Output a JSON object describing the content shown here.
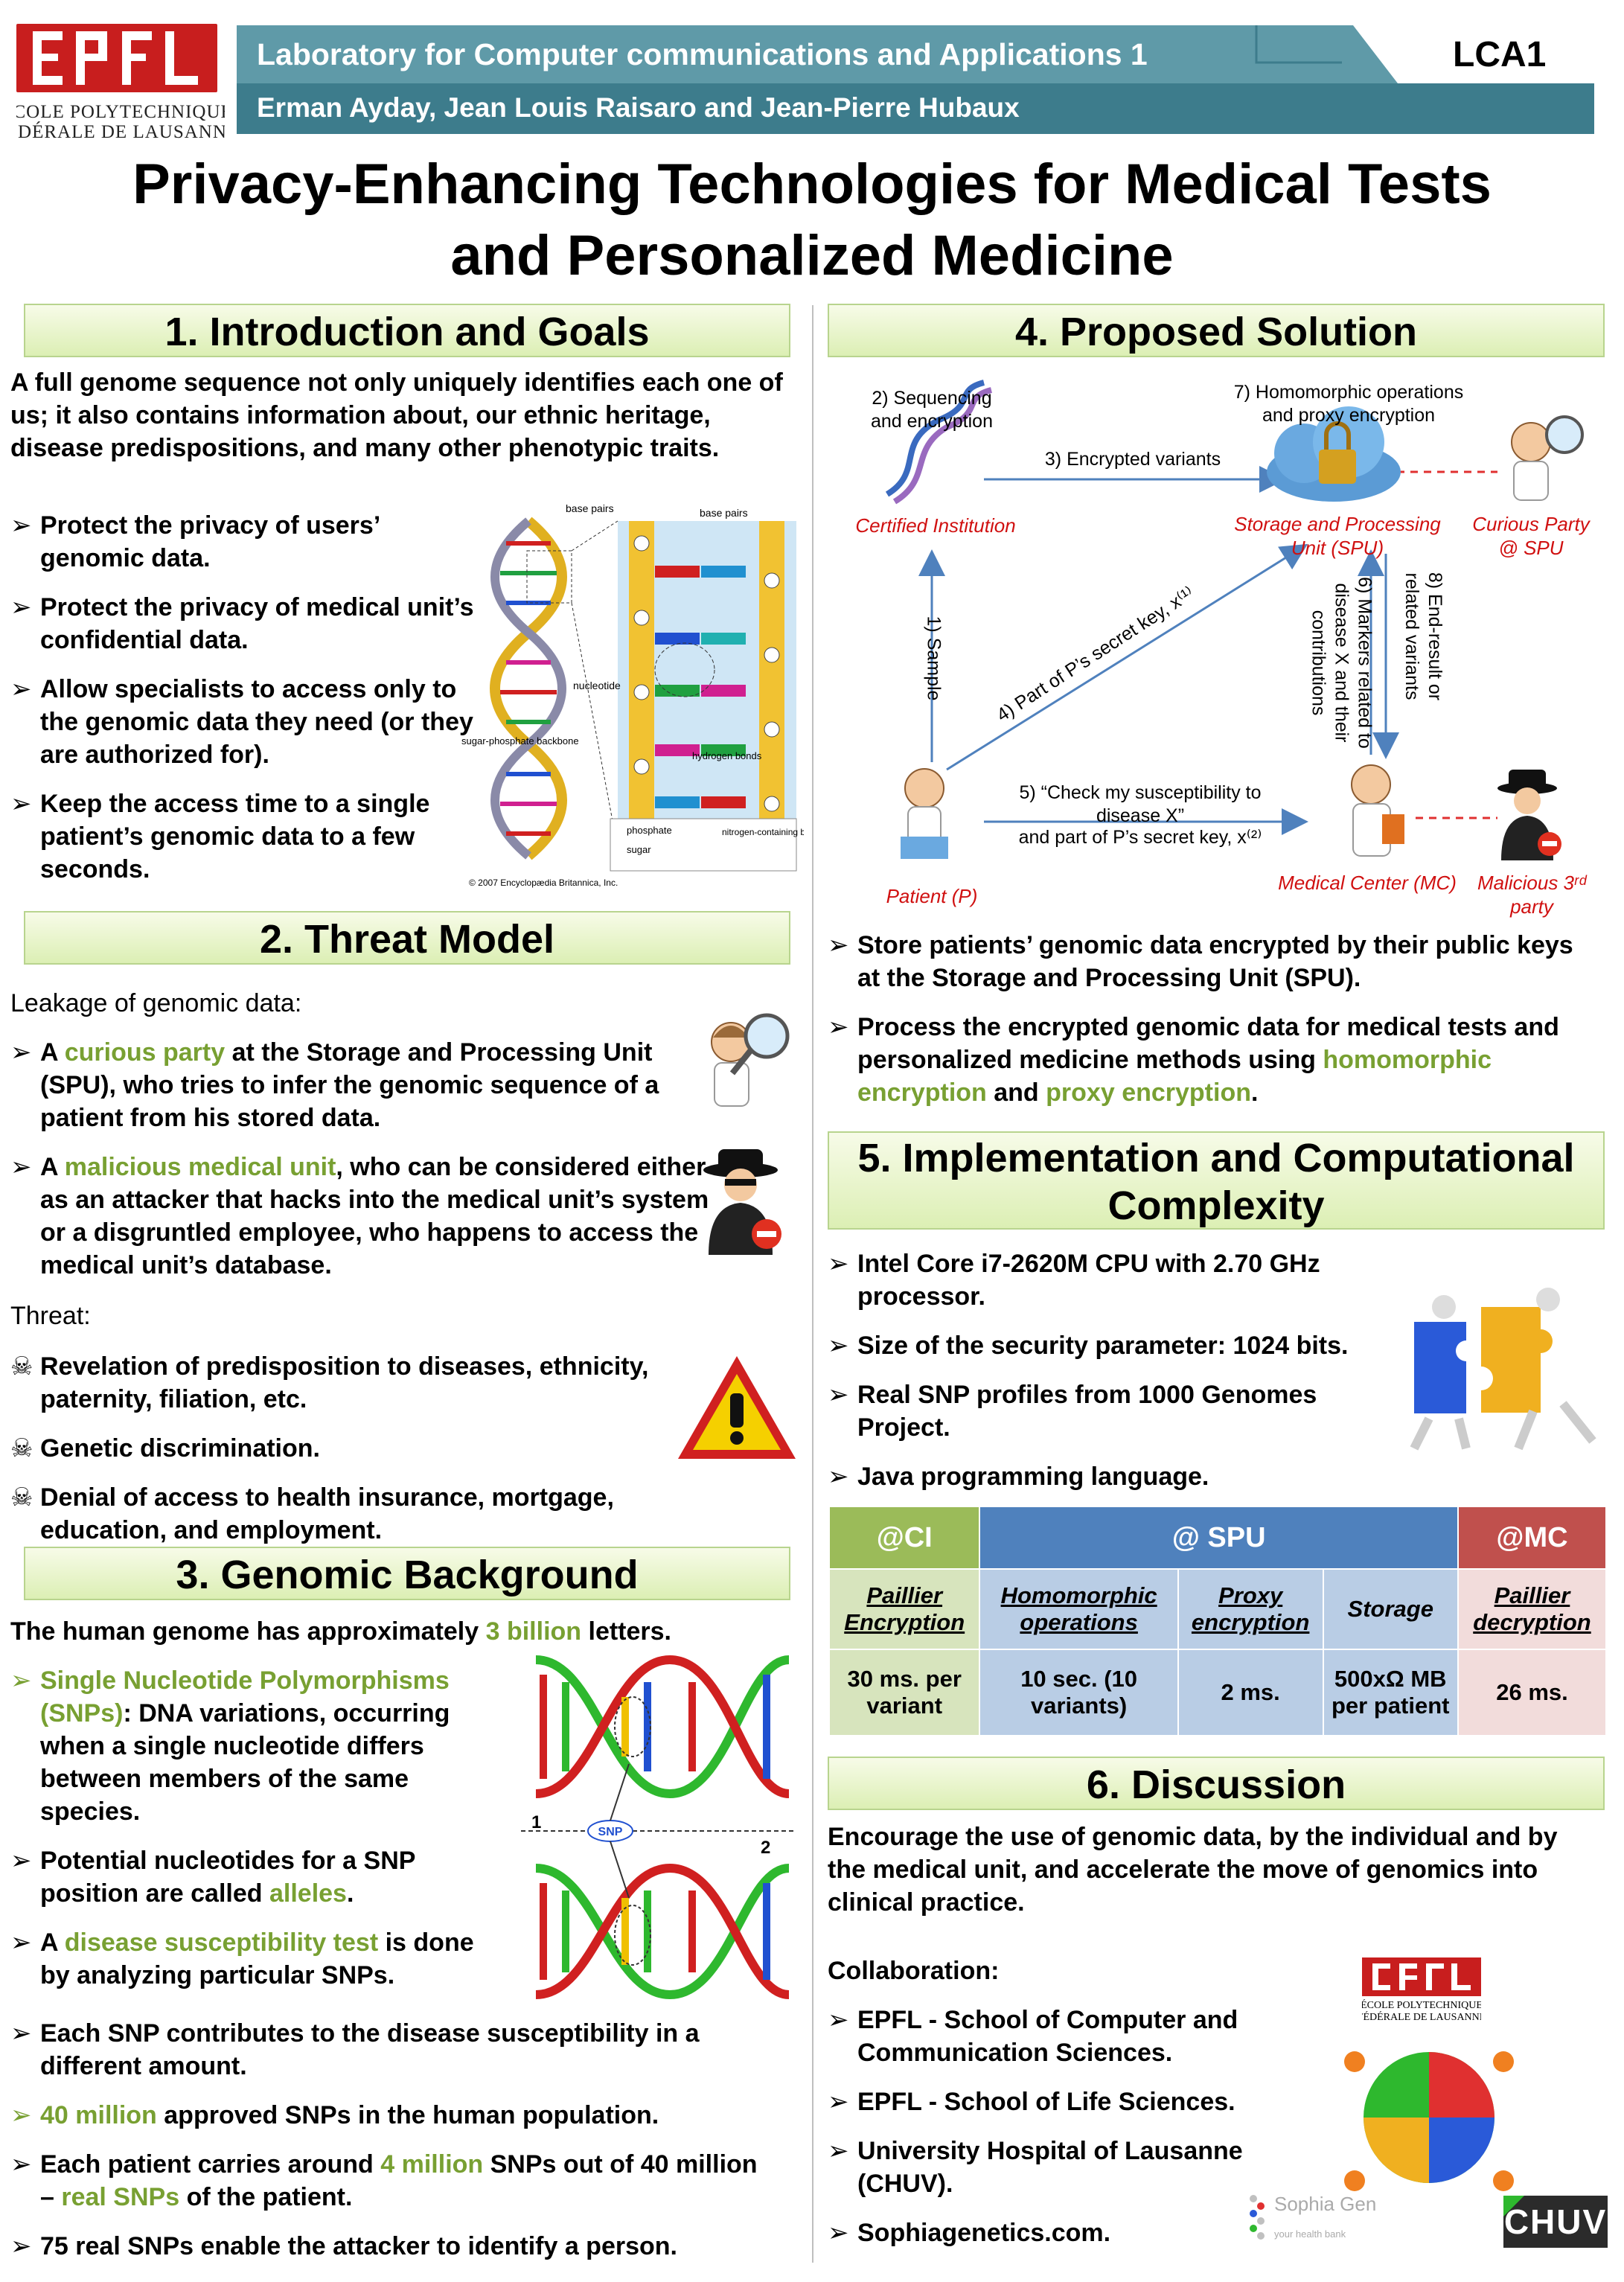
{
  "header": {
    "logo_text_line1": "ÉCOLE POLYTECHNIQUE",
    "logo_text_line2": "FÉDÉRALE DE LAUSANNE",
    "lab": "Laboratory for Computer communications and Applications 1",
    "authors": "Erman Ayday, Jean Louis Raisaro and Jean-Pierre Hubaux",
    "lab_code": "LCA1"
  },
  "title_line1": "Privacy-Enhancing Technologies for Medical Tests",
  "title_line2": "and Personalized Medicine",
  "sec1": {
    "heading": "1.  Introduction and Goals",
    "intro": "A full genome sequence not only uniquely identifies each one of us; it also contains information about, our ethnic heritage, disease predispositions, and many other phenotypic traits.",
    "bullets": [
      "Protect the privacy of users’ genomic data.",
      "Protect the privacy of medical unit’s confidential data.",
      "Allow specialists to access only to the genomic data they need (or they are authorized for).",
      "Keep the access time to a single patient’s genomic data to a few seconds."
    ],
    "dna_labels": {
      "base_pairs_left": "base pairs",
      "base_pairs_right": "base pairs",
      "nucleotide": "nucleotide",
      "backbone": "sugar-phosphate backbone",
      "hydrogen": "hydrogen bonds",
      "phosphate": "phosphate",
      "sugar": "sugar",
      "nitrogen": "nitrogen-containing bases",
      "copyright": "© 2007 Encyclopædia Britannica, Inc."
    }
  },
  "sec2": {
    "heading": "2.  Threat Model",
    "leakage": "Leakage of genomic data:",
    "b1_pre": "A ",
    "b1_hl": "curious party",
    "b1_post": " at the Storage and Processing Unit (SPU), who tries to infer the genomic sequence of a patient from his stored data.",
    "b2_pre": "A ",
    "b2_hl": "malicious medical unit",
    "b2_post": ", who can be considered either as an attacker that hacks into the medical unit’s system or a disgruntled employee, who happens to access the medical unit’s database.",
    "threat": "Threat:",
    "threats": [
      "Revelation of predisposition to diseases, ethnicity, paternity, filiation, etc.",
      "Genetic discrimination.",
      "Denial of access to health insurance, mortgage, education, and employment."
    ]
  },
  "sec3": {
    "heading": "3.  Genomic Background",
    "intro_pre": "The human genome has approximately ",
    "intro_hl": "3 billion",
    "intro_post": " letters.",
    "b1_hl": "Single Nucleotide Polymorphisms (SNPs)",
    "b1_post": ": DNA variations, occurring when a single nucleotide differs between members of the same species.",
    "b2_pre": "Potential nucleotides for a SNP position are called ",
    "b2_hl": "alleles",
    "b2_post": ".",
    "b3_pre": "A ",
    "b3_hl": "disease susceptibility test",
    "b3_post": " is done by analyzing particular SNPs.",
    "b4": "Each SNP contributes to the disease susceptibility in a different amount.",
    "b5_hl": "40 million",
    "b5_post": " approved SNPs in the human population.",
    "b6_pre": "Each patient carries around ",
    "b6_hl": "4 million",
    "b6_mid": " SNPs out of 40 million – ",
    "b6_hl2": "real SNPs",
    "b6_post": " of the patient.",
    "b7": "75 real SNPs enable the attacker to identify a person.",
    "snp_label": "SNP",
    "strand1": "1",
    "strand2": "2"
  },
  "sec4": {
    "heading": "4.  Proposed Solution",
    "diagram": {
      "step2": "2) Sequencing and encryption",
      "step7": "7) Homomorphic operations and proxy encryption",
      "step3": "3) Encrypted variants",
      "ci": "Certified Institution",
      "spu": "Storage and Processing Unit (SPU)",
      "curious": "Curious Party @ SPU",
      "step1": "1) Sample",
      "step4": "4) Part of P’s secret key, x⁽¹⁾",
      "step6": "6) Markers related to disease X and their contributions",
      "step8": "8) End-result or related variants",
      "step5_a": "5) “Check my susceptibility to disease X”",
      "step5_b": "and part of P’s secret key, x⁽²⁾",
      "patient": "Patient (P)",
      "mc": "Medical Center (MC)",
      "malicious": "Malicious 3ʳᵈ party"
    },
    "b1": "Store patients’ genomic data encrypted by their public keys at the Storage and Processing Unit (SPU).",
    "b2_pre": "Process the encrypted genomic data for medical tests and personalized medicine methods using ",
    "b2_hl1": "homomorphic encryption",
    "b2_mid": " and ",
    "b2_hl2": "proxy encryption",
    "b2_post": "."
  },
  "sec5": {
    "heading_line1": "5.  Implementation and Computational",
    "heading_line2": "Complexity",
    "bullets": [
      "Intel Core i7-2620M CPU with 2.70 GHz processor.",
      "Size of the security parameter: 1024 bits.",
      "Real SNP profiles from 1000 Genomes Project.",
      "Java programming language."
    ],
    "table": {
      "h_ci": "@CI",
      "h_spu": "@ SPU",
      "h_mc": "@MC",
      "sub": [
        "Paillier Encryption",
        "Homomorphic operations",
        "Proxy encryption",
        "Storage",
        "Paillier decryption"
      ],
      "vals": [
        "30 ms. per variant",
        "10 sec. (10 variants)",
        "2 ms.",
        "500xΩ MB per patient",
        "26 ms."
      ]
    }
  },
  "sec6": {
    "heading": "6.  Discussion",
    "text": "Encourage the use of genomic data, by the individual and by the medical unit, and accelerate the move of genomics into clinical practice.",
    "collab": "Collaboration:",
    "bullets": [
      "EPFL - School of Computer and Communication Sciences.",
      "EPFL - School of Life Sciences.",
      "University Hospital of Lausanne (CHUV).",
      "Sophiagenetics.com."
    ],
    "sophia_name": "Sophia Genetics",
    "sophia_tag": "your health bank",
    "chuv": "CHUV"
  },
  "colors": {
    "accent_green": "#78a032",
    "header_teal": "#5f9aa8",
    "header_dark": "#3d7c8c",
    "red": "#d01010"
  }
}
